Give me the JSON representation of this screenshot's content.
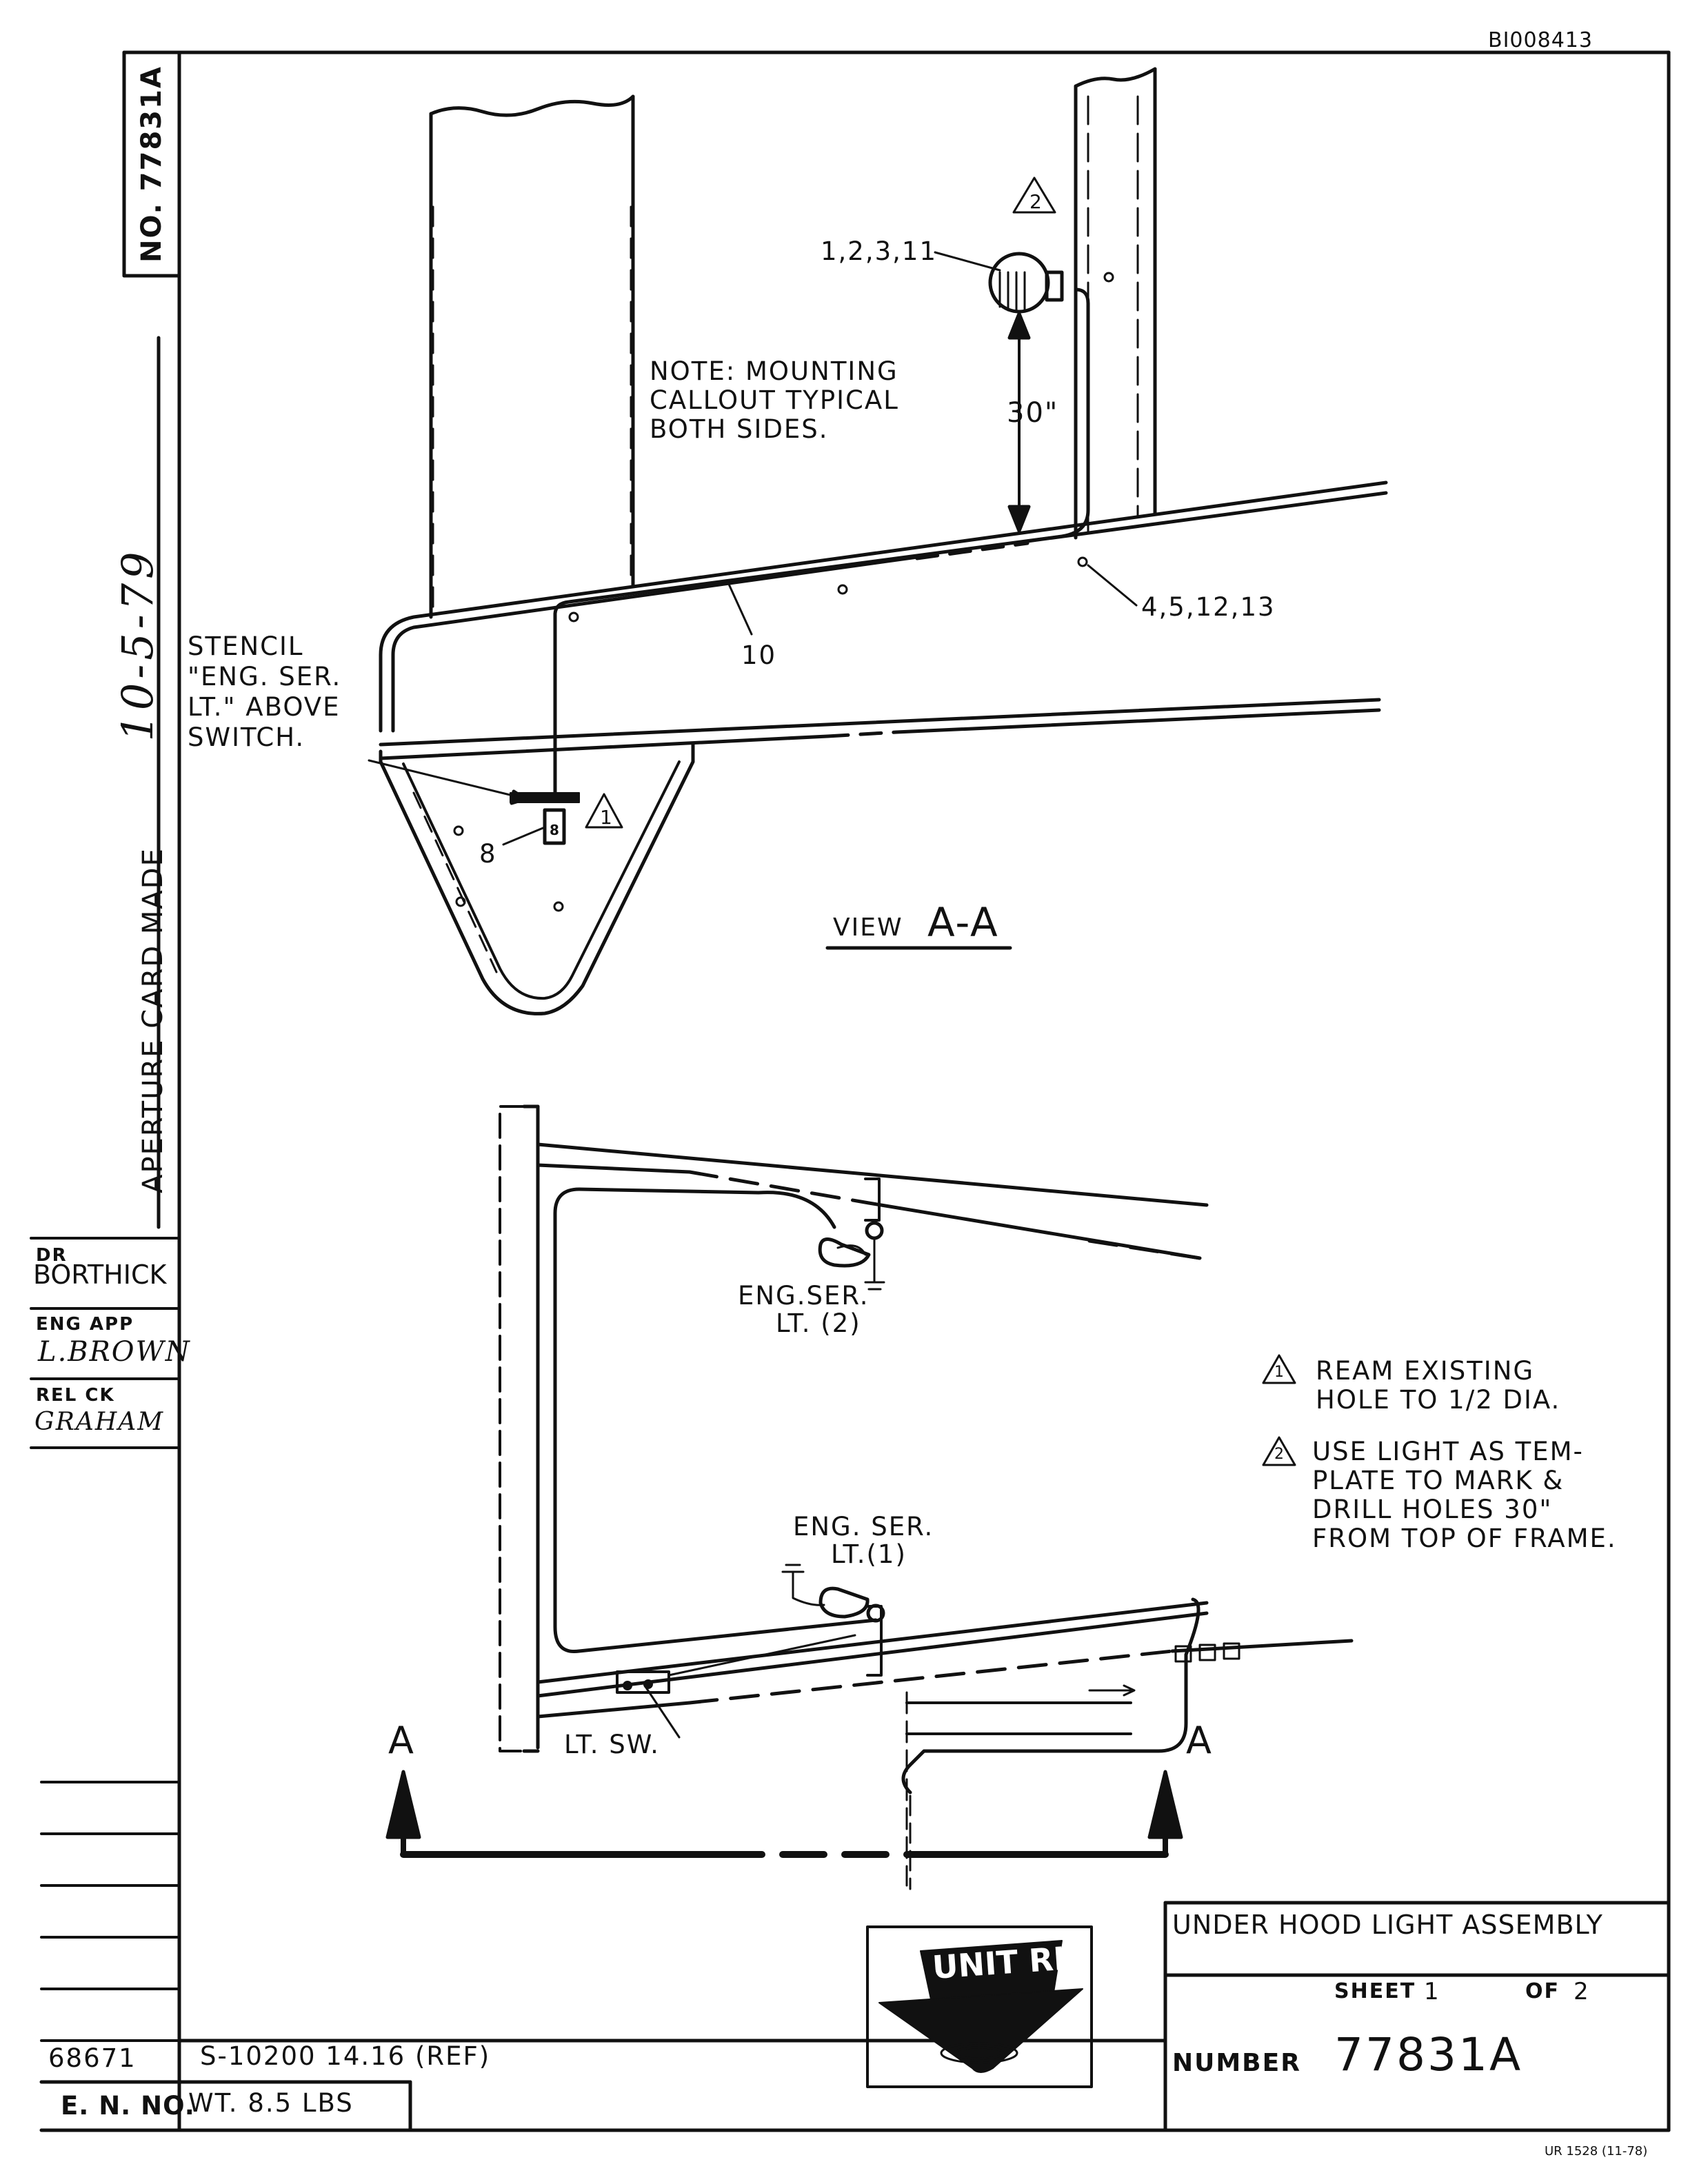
{
  "doc_id": "BI008413",
  "drawing_number_side": "NO. 77831A",
  "aperture_label": "APERTURE CARD MADE",
  "aperture_date": "10-5-79",
  "sign_blocks": [
    {
      "label": "DR",
      "name": "BORTHICK"
    },
    {
      "label": "ENG APP",
      "name": "L.BROWN"
    },
    {
      "label": "REL CK",
      "name": "GRAHAM"
    }
  ],
  "view_aa": {
    "note": [
      "NOTE: MOUNTING",
      "CALLOUT TYPICAL",
      "BOTH SIDES."
    ],
    "stencil": [
      "STENCIL",
      "\"ENG. SER.",
      "LT.\" ABOVE",
      "SWITCH."
    ],
    "callout_light": "1,2,3,11",
    "callout_holes": "4,5,12,13",
    "callout_harness": "10",
    "callout_switch": "8",
    "switch_label": "8",
    "dimension": "30\"",
    "flag_1": "1",
    "flag_2": "2",
    "view_label_small": "VIEW",
    "view_label_big": "A-A"
  },
  "plan_view": {
    "light_2": [
      "ENG.SER.",
      "LT. (2)"
    ],
    "light_1": [
      "ENG. SER.",
      "LT.(1)"
    ],
    "switch": "LT. SW.",
    "section_left": "A",
    "section_right": "A"
  },
  "notes": [
    {
      "flag": "1",
      "lines": [
        "REAM EXISTING",
        "HOLE TO 1/2 DIA."
      ]
    },
    {
      "flag": "2",
      "lines": [
        "USE LIGHT AS TEM-",
        "PLATE TO MARK &",
        "DRILL HOLES 30\"",
        "FROM TOP OF FRAME."
      ]
    }
  ],
  "logo_text": "UNIT RIG",
  "title_block": {
    "title": "UNDER HOOD LIGHT ASSEMBLY",
    "sheet_label": "SHEET",
    "sheet_no": "1",
    "of_label": "OF",
    "of_no": "2",
    "number_label": "NUMBER",
    "number": "77831A"
  },
  "bottom": {
    "en_value": "68671",
    "en_label": "E. N. NO.",
    "ref": "S-10200 14.16 (REF)",
    "weight": "WT. 8.5 LBS",
    "form_no": "UR 1528 (11-78)"
  }
}
